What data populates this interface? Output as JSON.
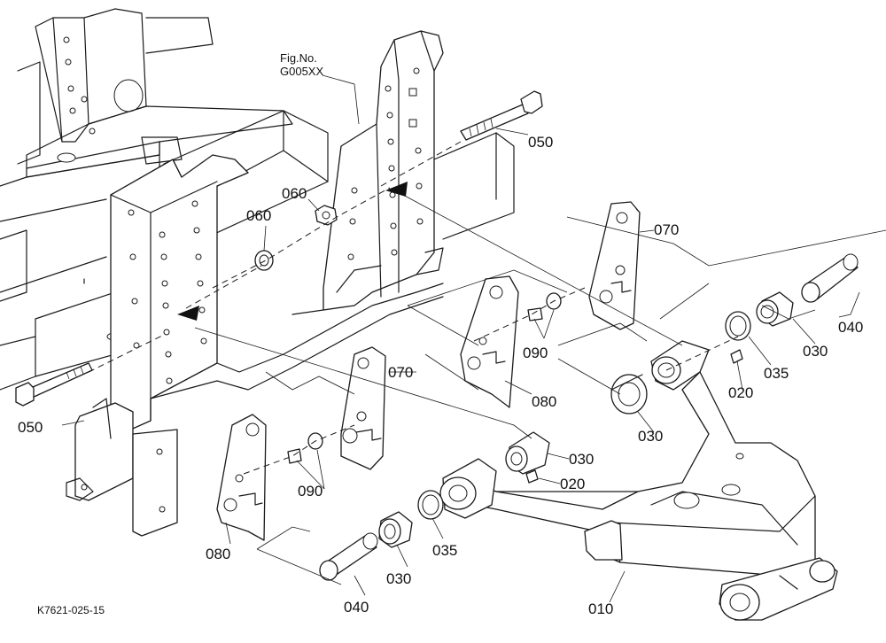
{
  "figure_reference": {
    "line1": "Fig.No.",
    "line2": "G005XX"
  },
  "drawing_code": "K7621-025-15",
  "callouts": [
    {
      "id": "c050a",
      "text": "050"
    },
    {
      "id": "c060a",
      "text": "060"
    },
    {
      "id": "c060b",
      "text": "060"
    },
    {
      "id": "c070a",
      "text": "070"
    },
    {
      "id": "c070b",
      "text": "070"
    },
    {
      "id": "c040a",
      "text": "040"
    },
    {
      "id": "c030a",
      "text": "030"
    },
    {
      "id": "c035a",
      "text": "035"
    },
    {
      "id": "c020a",
      "text": "020"
    },
    {
      "id": "c090a",
      "text": "090"
    },
    {
      "id": "c080a",
      "text": "080"
    },
    {
      "id": "c030b",
      "text": "030"
    },
    {
      "id": "c050b",
      "text": "050"
    },
    {
      "id": "c030c",
      "text": "030"
    },
    {
      "id": "c020b",
      "text": "020"
    },
    {
      "id": "c090b",
      "text": "090"
    },
    {
      "id": "c080b",
      "text": "080"
    },
    {
      "id": "c035b",
      "text": "035"
    },
    {
      "id": "c030d",
      "text": "030"
    },
    {
      "id": "c040b",
      "text": "040"
    },
    {
      "id": "c010a",
      "text": "010"
    }
  ]
}
